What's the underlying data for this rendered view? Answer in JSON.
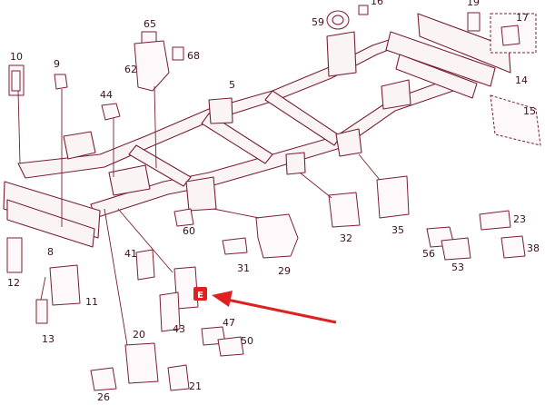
{
  "diagram": {
    "highlight_color": "#e02020",
    "line_color": "#7a1f33",
    "part_labels": [
      "5",
      "8",
      "9",
      "10",
      "11",
      "12",
      "13",
      "14",
      "15",
      "16",
      "17",
      "19",
      "20",
      "21",
      "23",
      "26",
      "29",
      "31",
      "32",
      "35",
      "38",
      "41",
      "43",
      "44",
      "47",
      "50",
      "53",
      "56",
      "59",
      "60",
      "62",
      "65",
      "68"
    ]
  },
  "highlight_tag": {
    "text": "E"
  }
}
